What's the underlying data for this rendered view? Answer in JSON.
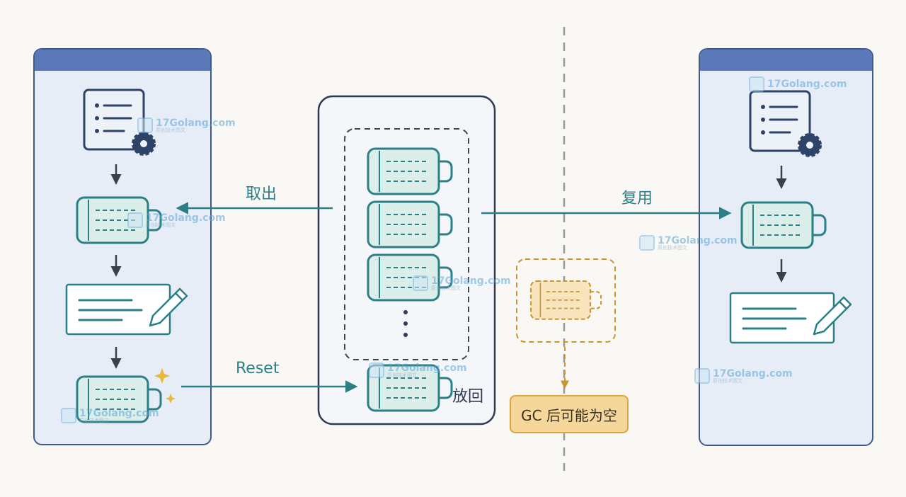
{
  "labels": {
    "take_out": "取出",
    "reuse": "复用",
    "reset": "Reset",
    "put_back": "放回",
    "gc_note": "GC 后可能为空"
  },
  "watermark": {
    "site": "17Golang.com",
    "sub": "原创技术图文"
  },
  "icons": {
    "config": "config-list-gear-icon",
    "buffer": "buffer-battery-icon",
    "write": "write-pen-card-icon",
    "sparkle": "sparkle-icon"
  },
  "colors": {
    "teal": "#2b7f86",
    "panel_border": "#3f5a8c",
    "panel_header": "#5b79b9",
    "panel_fill": "#e6edf6",
    "gc_fill": "#f6d79b",
    "gc_stroke": "#c9962e",
    "sparkle": "#e6b93a"
  }
}
